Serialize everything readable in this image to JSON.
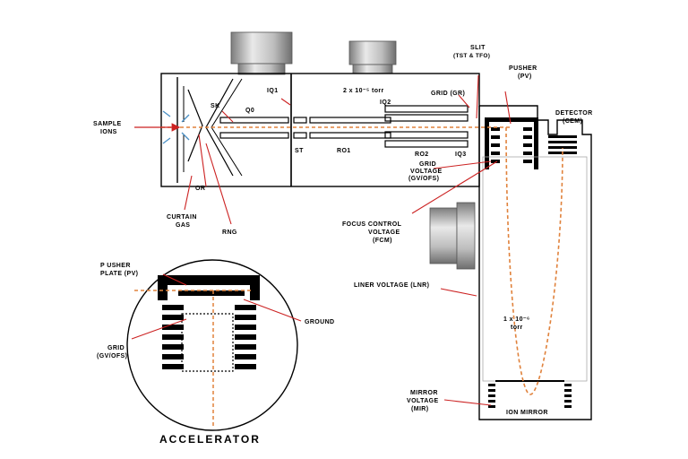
{
  "labels": {
    "sample_ions": [
      "SAMPLE",
      "IONS"
    ],
    "curtain_gas": [
      "CURTAIN",
      "GAS"
    ],
    "or": "OR",
    "rng": "RNG",
    "sk": "SK",
    "q0": "Q0",
    "iq1": "IQ1",
    "st": "ST",
    "ro1": "RO1",
    "pressure_upper": "2 x 10⁻⁵ torr",
    "iq2": "IQ2",
    "ro2": "RO2",
    "iq3": "IQ3",
    "grid_gr": "GRID (GR)",
    "slit": [
      "SLIT",
      "(TST & TFO)"
    ],
    "pusher": [
      "PUSHER",
      "(PV)"
    ],
    "detector": [
      "DETECTOR",
      "(CEM)"
    ],
    "grid_voltage": [
      "GRID",
      "VOLTAGE",
      "(GV/OFS)"
    ],
    "focus_control": [
      "FOCUS CONTROL",
      "VOLTAGE",
      "(FCM)"
    ],
    "liner_voltage": "LINER VOLTAGE (LNR)",
    "pressure_lower": [
      "1 x 10⁻⁶",
      "torr"
    ],
    "mirror_voltage": [
      "MIRROR",
      "VOLTAGE",
      "(MIR)"
    ],
    "ion_mirror": "ION MIRROR",
    "pusher_plate": [
      "P USHER",
      "PLATE (PV)"
    ],
    "ground": "GROUND",
    "grid_inset": [
      "GRID",
      "(GV/OFS)"
    ],
    "accelerator": "ACCELERATOR"
  },
  "colors": {
    "ion_path": "#e0823c",
    "ion_arrows": "#4a8fc4",
    "pump_light": "#e6e6e6",
    "pump_dark": "#8c8c8c"
  }
}
